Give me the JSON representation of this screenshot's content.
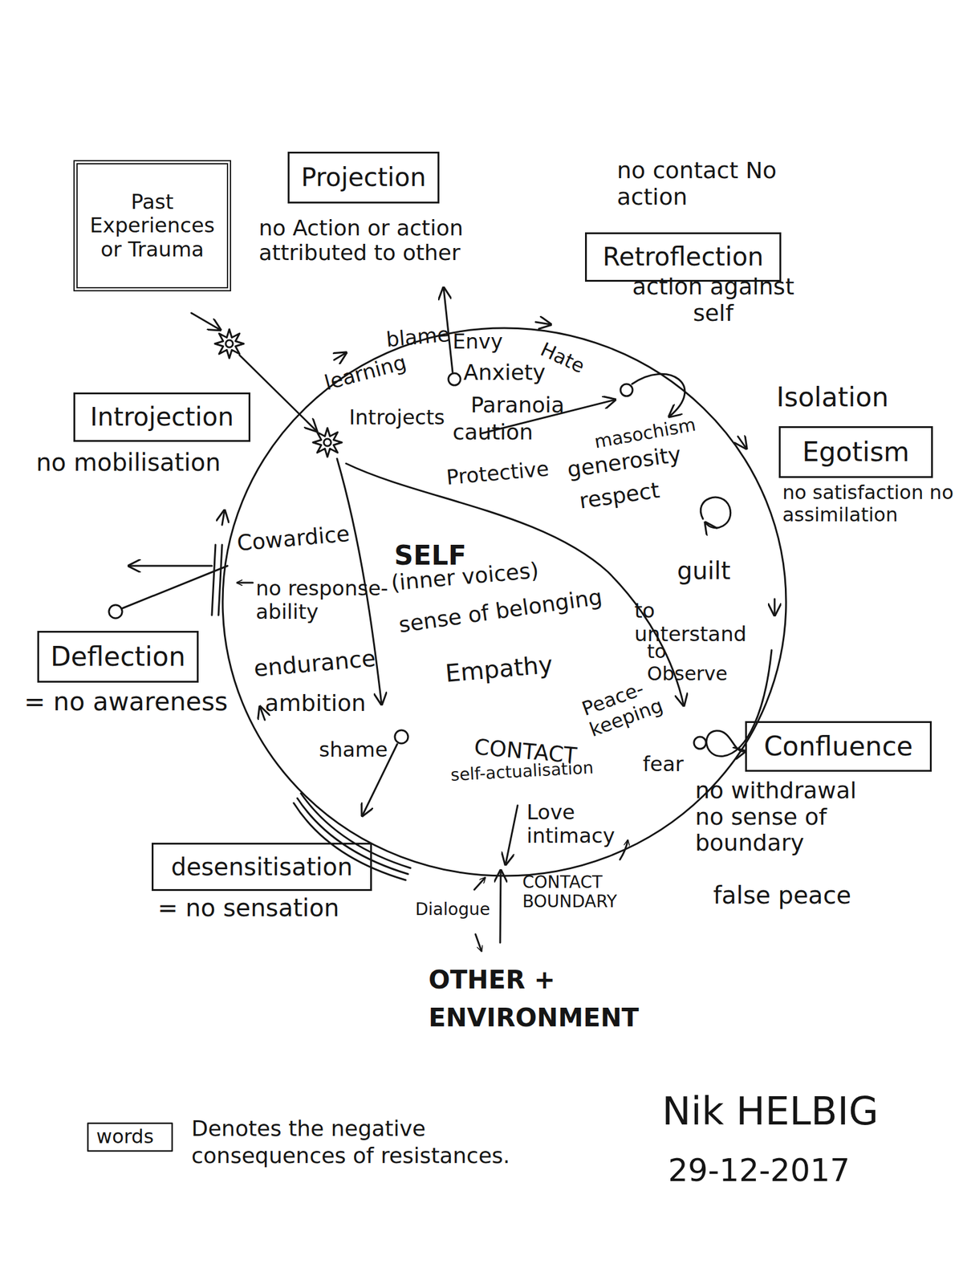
{
  "diagram": {
    "nodes": [
      {
        "text": [
          "Past Experiences or Trauma"
        ]
      },
      {
        "text": [
          "Projection"
        ]
      },
      {
        "text": [
          "Retroflection"
        ]
      },
      {
        "text": [
          "Introjection"
        ]
      },
      {
        "text": [
          "Egotism"
        ]
      },
      {
        "text": [
          "Deflection"
        ]
      },
      {
        "text": [
          "Confluence"
        ]
      },
      {
        "text": [
          "desensitisation"
        ]
      }
    ],
    "labels": [
      "no contact No action",
      "no Action or action attributed to other",
      "action against self",
      "blame",
      "Envy",
      "Hate",
      "learning",
      "Anxiety",
      "Isolation",
      "Introjects",
      "Paranoia",
      "caution",
      "masochism",
      "no mobilisation",
      "Protective",
      "generosity",
      "respect",
      "no satisfaction no assimilation",
      "Cowardice",
      "SELF",
      "guilt",
      "(inner voices)",
      "no response-ability",
      "sense of belonging",
      "to unterstand",
      "to Observe",
      "endurance",
      "Empathy",
      "= no awareness",
      "ambition",
      "Peace-keeping",
      "shame",
      "CONTACT",
      "fear",
      "self-actualisation",
      "no withdrawal no sense of boundary",
      "Love intimacy",
      "CONTACT BOUNDARY",
      "false peace",
      "= no sensation",
      "Dialogue",
      "OTHER + ENVIRONMENT",
      "Nik HELBIG",
      "29-12-2017",
      "words"
    ],
    "legend": [
      {
        "text": "Denotes the negative consequences of resistances."
      }
    ]
  }
}
